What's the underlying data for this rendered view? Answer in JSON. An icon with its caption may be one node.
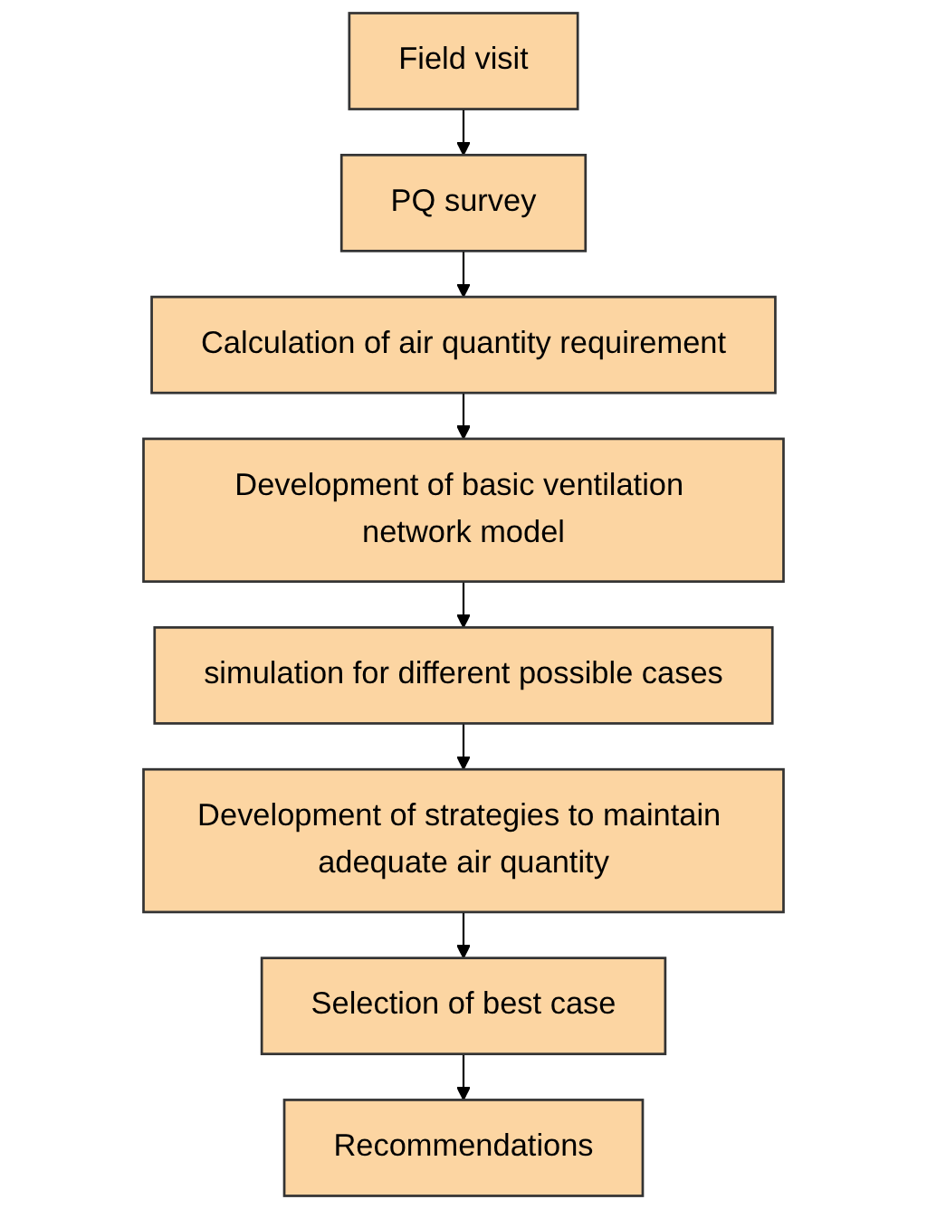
{
  "diagram": {
    "nodes": [
      {
        "text": [
          "Field visit"
        ]
      },
      {
        "text": [
          "PQ survey"
        ]
      },
      {
        "text": [
          "Calculation of air quantity requirement"
        ]
      },
      {
        "text": [
          "Development of basic ventilation network model"
        ]
      },
      {
        "text": [
          "simulation for different possible cases"
        ]
      },
      {
        "text": [
          "Development of strategies to maintain adequate air quantity"
        ]
      },
      {
        "text": [
          "Selection of best case"
        ]
      },
      {
        "text": [
          "Recommendations"
        ]
      }
    ],
    "edges": [
      {
        "from": 0,
        "to": 1,
        "arrow": "to"
      },
      {
        "from": 1,
        "to": 2,
        "arrow": "to"
      },
      {
        "from": 2,
        "to": 3,
        "arrow": "to"
      },
      {
        "from": 3,
        "to": 4,
        "arrow": "to"
      },
      {
        "from": 4,
        "to": 5,
        "arrow": "to"
      },
      {
        "from": 5,
        "to": 6,
        "arrow": "to"
      },
      {
        "from": 6,
        "to": 7,
        "arrow": "to"
      }
    ]
  }
}
